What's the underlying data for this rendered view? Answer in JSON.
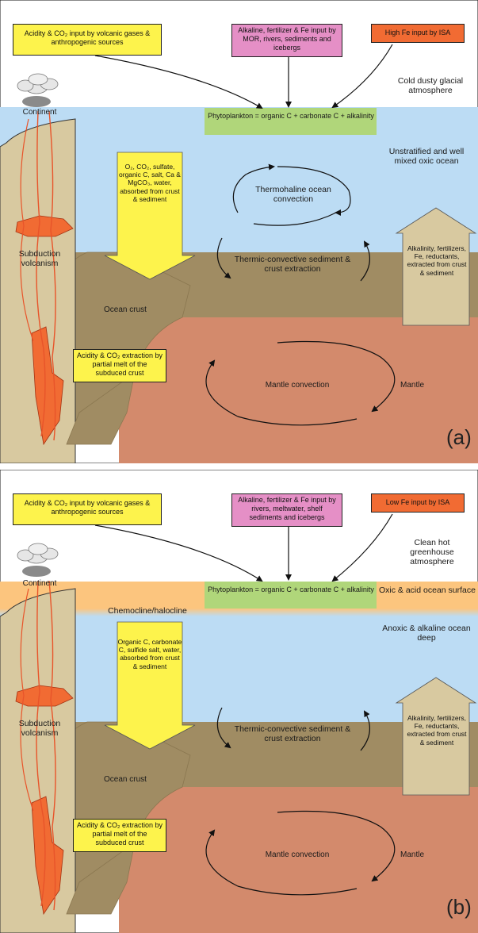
{
  "panel_a": {
    "letter": "(a)",
    "box_volcanic": "Acidity & CO₂ input by volcanic gases & anthropogenic sources",
    "box_alkaline": "Alkaline, fertilizer & Fe input by MOR, rivers, sediments and icebergs",
    "box_isa": "High Fe input by ISA",
    "atmosphere": "Cold dusty glacial atmosphere",
    "phytoplankton": "Phytoplankton = organic C + carbonate C + alkalinity",
    "continent": "Continent",
    "ocean_state": "Unstratified and well mixed oxic ocean",
    "thermohaline": "Thermohaline ocean convection",
    "absorbed_arrow": "O₂, CO₂, sulfate, organic C, salt, Ca & MgCO₃, water, absorbed from crust & sediment",
    "subduction": "Subduction volcanism",
    "alkalinity_arrow": "Alkalinity, fertilizers, Fe, reductants, extracted from crust & sediment",
    "sediment_convection": "Thermic-convective sediment & crust extraction",
    "ocean_crust": "Ocean crust",
    "box_extraction": "Acidity & CO₂ extraction by partial melt of the subduced crust",
    "mantle_convection": "Mantle convection",
    "mantle": "Mantle"
  },
  "panel_b": {
    "letter": "(b)",
    "box_volcanic": "Acidity & CO₂ input by volcanic gases & anthropogenic sources",
    "box_alkaline": "Alkaline, fertilizer & Fe input by rivers, meltwater, shelf sediments and icebergs",
    "box_isa": "Low Fe input by ISA",
    "atmosphere": "Clean hot greenhouse atmosphere",
    "phytoplankton": "Phytoplankton = organic C + carbonate C + alkalinity",
    "continent": "Continent",
    "oxic_surface": "Oxic & acid ocean surface",
    "chemocline": "Chemocline/halocline",
    "anoxic_deep": "Anoxic & alkaline ocean deep",
    "absorbed_arrow": "Organic C, carbonate C, sulfide salt, water, absorbed from crust & sediment",
    "subduction": "Subduction volcanism",
    "alkalinity_arrow": "Alkalinity, fertilizers, Fe, reductants, extracted from crust & sediment",
    "sediment_convection": "Thermic-convective sediment & crust extraction",
    "ocean_crust": "Ocean crust",
    "box_extraction": "Acidity & CO₂ extraction by partial melt of the subduced crust",
    "mantle_convection": "Mantle convection",
    "mantle": "Mantle"
  },
  "colors": {
    "ocean": "#bcdcf4",
    "surface_orange": "#fcc57e",
    "sediment": "#a08c63",
    "mantle": "#d38a6c",
    "continent": "#d8c9a0",
    "magma": "#f16b33",
    "phytoplankton": "#b0d67a"
  }
}
